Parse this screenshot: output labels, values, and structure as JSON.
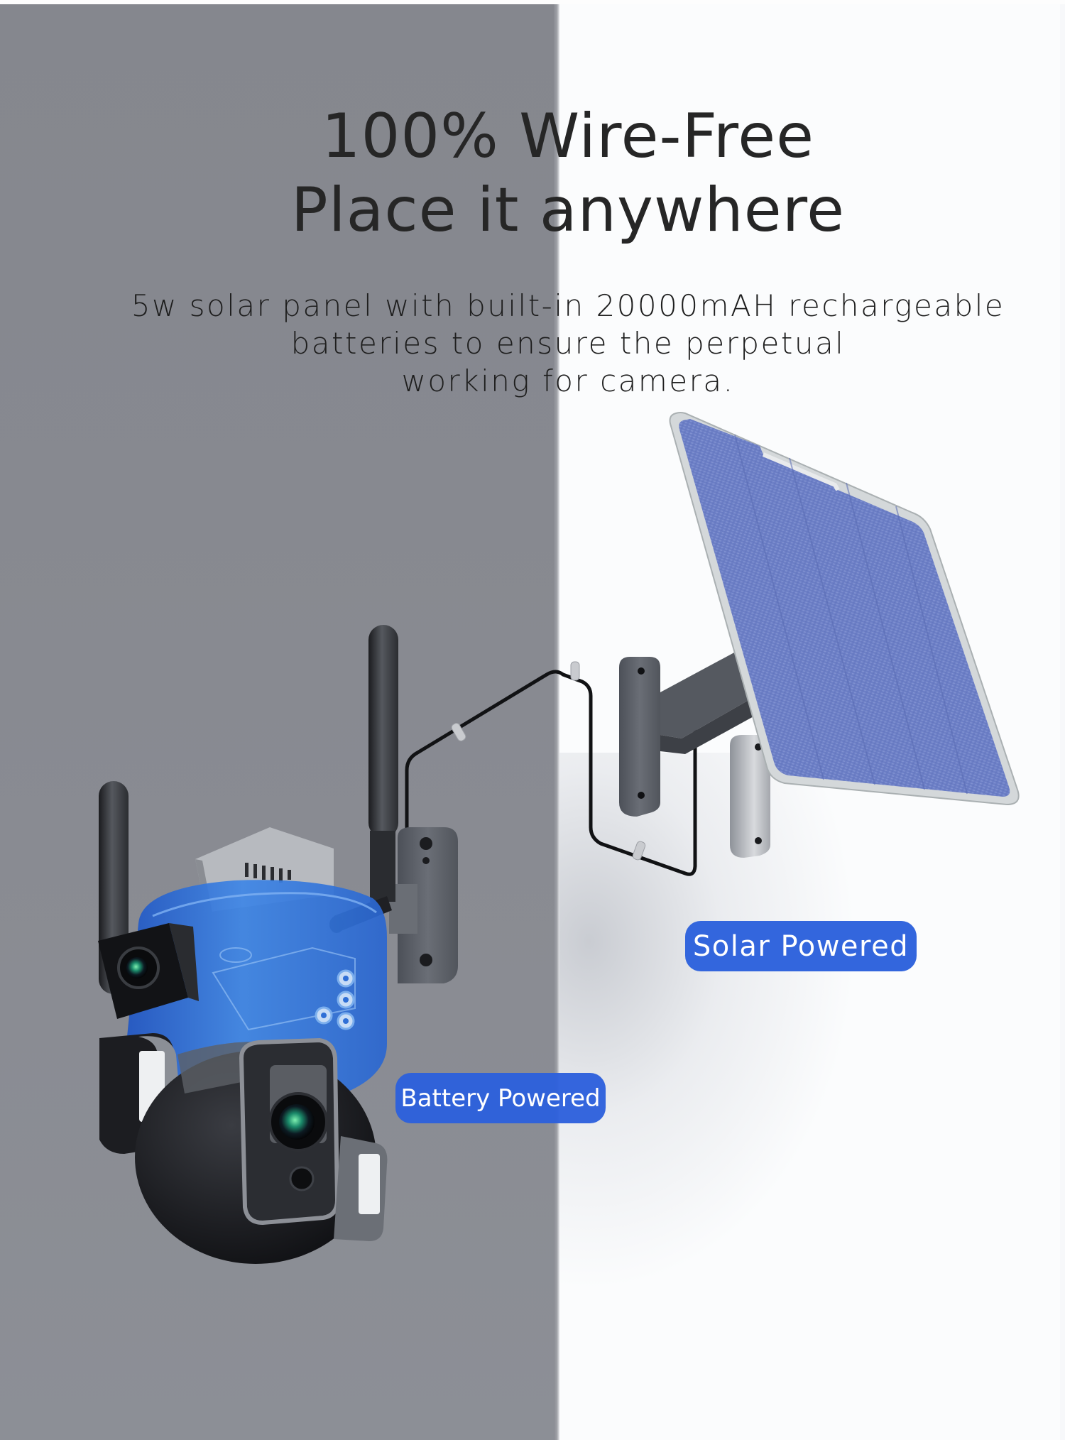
{
  "headline": {
    "line1": "100% Wire-Free",
    "line2": "Place it anywhere"
  },
  "description": {
    "line1": "5w solar panel with built-in 20000mAH rechargeable",
    "line2": "batteries to ensure the perpetual",
    "line3": "working for camera."
  },
  "badges": {
    "solar": "Solar Powered",
    "battery": "Battery Powered"
  },
  "colors": {
    "badge_blue": "#3366dd",
    "wall_gray": "#878990",
    "wall_white": "#fbfcfd",
    "panel_blue": "#6c7fc6",
    "battery_blue": "#2f6fd6",
    "text_dark": "#262626"
  },
  "illustration": {
    "devices": [
      "solar-panel",
      "dual-lens-ptz-camera",
      "cable"
    ]
  }
}
